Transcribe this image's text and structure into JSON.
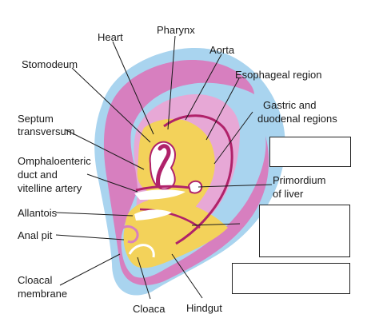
{
  "labels": {
    "heart": "Heart",
    "pharynx": "Pharynx",
    "aorta": "Aorta",
    "stomodeum": "Stomodeum",
    "esophageal": "Esophageal region",
    "gastric_1": "Gastric and",
    "gastric_2": "duodenal regions",
    "septum_1": "Septum",
    "septum_2": "transversum",
    "omph_1": "Omphaloenteric",
    "omph_2": "duct and",
    "omph_3": "vitelline artery",
    "primordium_1": "Primordium",
    "primordium_2": "of liver",
    "allantois": "Allantois",
    "anal_pit": "Anal pit",
    "cloacal_1": "Cloacal",
    "cloacal_2": "membrane",
    "cloaca": "Cloaca",
    "hindgut": "Hindgut"
  },
  "colors": {
    "ectoderm": "#a9d4ef",
    "mesoderm": "#d77fbf",
    "endoderm": "#f3d25a",
    "vessel": "#b0226a",
    "lines": "#1a1a1a"
  }
}
